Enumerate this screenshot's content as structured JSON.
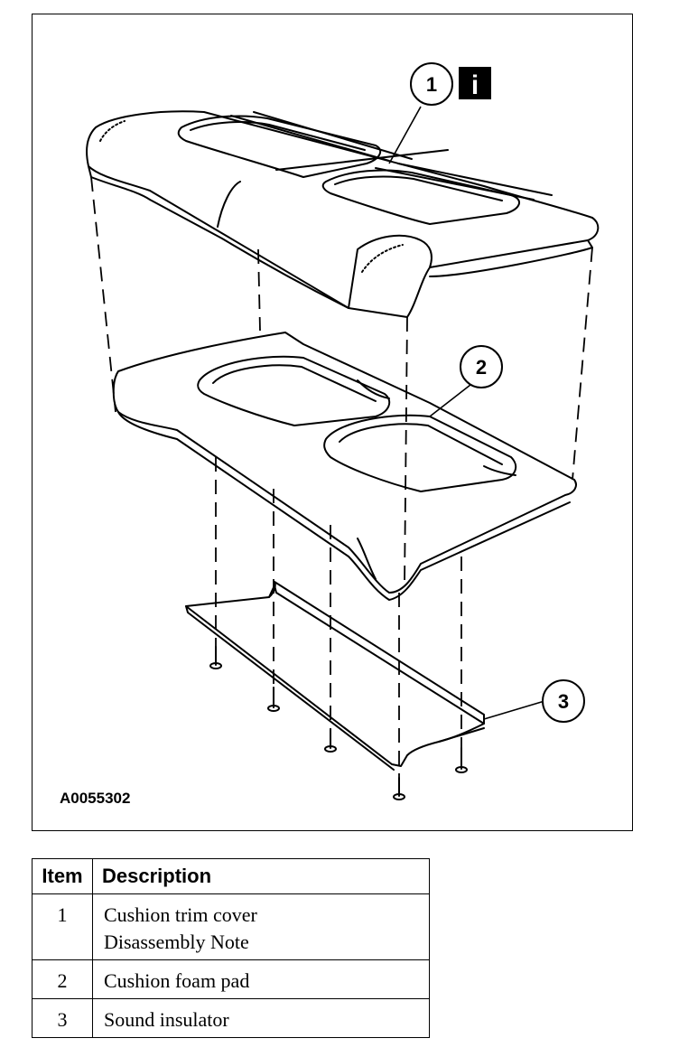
{
  "figure": {
    "id": "A0055302",
    "callouts": [
      {
        "number": "1",
        "has_info_icon": true
      },
      {
        "number": "2",
        "has_info_icon": false
      },
      {
        "number": "3",
        "has_info_icon": false
      }
    ],
    "info_icon_glyph": "i"
  },
  "table": {
    "headers": {
      "item": "Item",
      "description": "Description"
    },
    "rows": [
      {
        "item": "1",
        "description": [
          "Cushion trim cover",
          "Disassembly Note"
        ]
      },
      {
        "item": "2",
        "description": [
          "Cushion foam pad"
        ]
      },
      {
        "item": "3",
        "description": [
          "Sound insulator"
        ]
      }
    ]
  }
}
